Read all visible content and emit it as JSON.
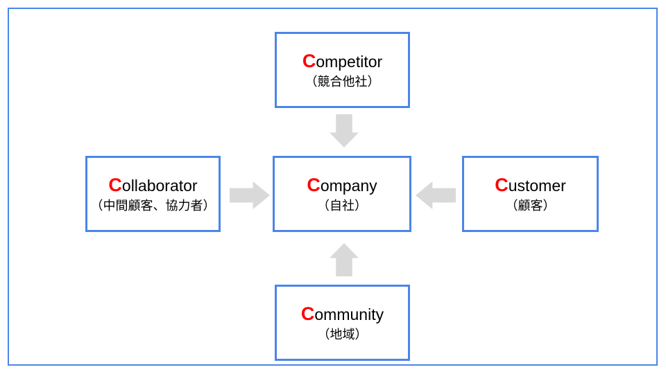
{
  "slide": {
    "frame_color": "#4a86e8",
    "background": "#ffffff",
    "accent_letter_color": "#ff0000",
    "arrow_color": "#d9d9d9"
  },
  "diagram": {
    "type": "5C-analysis",
    "boxes": [
      {
        "id": "competitor",
        "cap": "C",
        "rest": "ompetitor",
        "subtitle": "（競合他社）",
        "position": "top"
      },
      {
        "id": "collaborator",
        "cap": "C",
        "rest": "ollaborator",
        "subtitle": "（中間顧客、協力者）",
        "position": "left"
      },
      {
        "id": "company",
        "cap": "C",
        "rest": "ompany",
        "subtitle": "（自社）",
        "position": "center"
      },
      {
        "id": "customer",
        "cap": "C",
        "rest": "ustomer",
        "subtitle": "（顧客）",
        "position": "right"
      },
      {
        "id": "community",
        "cap": "C",
        "rest": "ommunity",
        "subtitle": "（地域）",
        "position": "bottom"
      }
    ],
    "arrows": [
      {
        "id": "competitor-to-company",
        "direction": "down"
      },
      {
        "id": "collaborator-to-company",
        "direction": "right"
      },
      {
        "id": "customer-to-company",
        "direction": "left"
      },
      {
        "id": "community-to-company",
        "direction": "up"
      }
    ]
  }
}
